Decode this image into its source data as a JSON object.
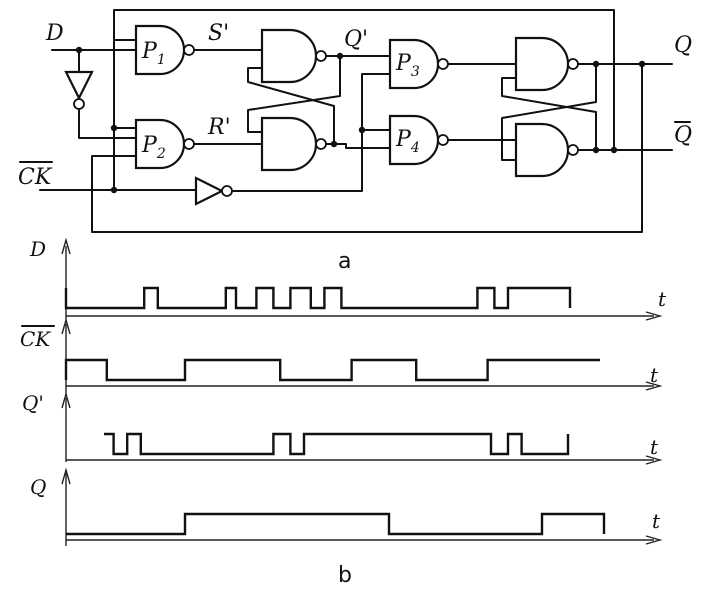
{
  "circuit": {
    "input_d": "D",
    "input_ck": "CK",
    "output_q": "Q",
    "output_qbar": "Q",
    "node_s": "S'",
    "node_r": "R'",
    "node_q": "Q'",
    "gates": [
      {
        "name": "P",
        "sub": "1"
      },
      {
        "name": "P",
        "sub": "2"
      },
      {
        "name": "P",
        "sub": "3"
      },
      {
        "name": "P",
        "sub": "4"
      }
    ],
    "caption": "a"
  },
  "timing": {
    "caption": "b",
    "time_label": "t",
    "signals": [
      {
        "name": "D",
        "overbar": false,
        "transitions": [
          0,
          2.3,
          2.7,
          4.7,
          5.0,
          5.6,
          6.1,
          6.6,
          7.2,
          7.6,
          8.1,
          12.1,
          12.6,
          13.0,
          15.4
        ],
        "initial": 1
      },
      {
        "name": "CK",
        "overbar": true,
        "transitions": [
          0,
          1.2,
          3.5,
          6.3,
          8.4,
          10.3,
          12.4
        ],
        "initial": 0
      },
      {
        "name": "Q'",
        "overbar": false,
        "transitions": [
          1.4,
          1.8,
          2.2,
          6.1,
          6.6,
          7.0,
          12.5,
          13.0,
          13.4,
          15.4
        ],
        "initial": 1
      },
      {
        "name": "Q",
        "overbar": false,
        "transitions": [
          3.5,
          9.5,
          14.0,
          16.2
        ],
        "initial": 0
      }
    ]
  }
}
